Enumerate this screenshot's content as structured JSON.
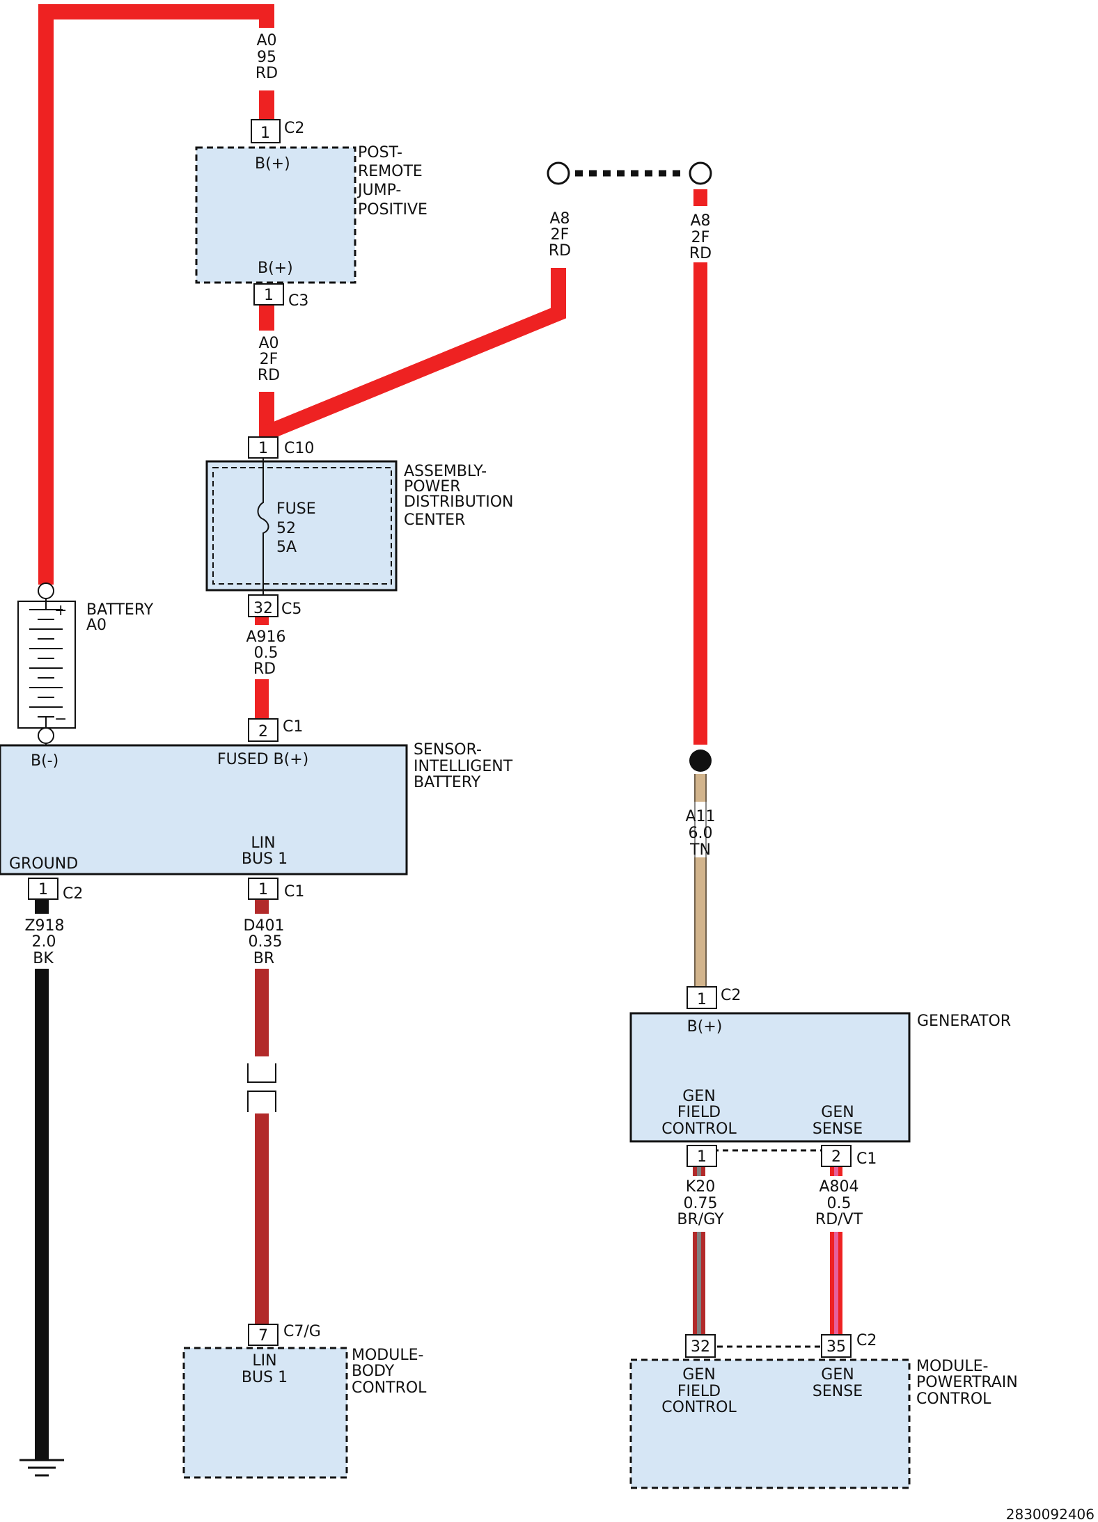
{
  "colors": {
    "red": "#ee2222",
    "black": "#111111",
    "brown": "#b22a2a",
    "tan": "#d2b48c",
    "gray": "#808080",
    "violet": "#e6609a",
    "component_fill": "#d6e6f5"
  },
  "components": {
    "post_remote_jump": {
      "name_lines": [
        "POST-",
        "REMOTE",
        "JUMP-",
        "POSITIVE"
      ],
      "top_label": "B(+)",
      "bottom_label": "B(+)"
    },
    "pdc": {
      "name_lines": [
        "ASSEMBLY-",
        "POWER",
        "DISTRIBUTION",
        "CENTER"
      ],
      "fuse_lines": [
        "FUSE",
        "52",
        "5A"
      ]
    },
    "battery": {
      "name_lines": [
        "BATTERY",
        "A0"
      ],
      "plus": "+",
      "minus": "−"
    },
    "ibs": {
      "name_lines": [
        "SENSOR-",
        "INTELLIGENT",
        "BATTERY"
      ],
      "pin_b_minus": "B(-)",
      "pin_fused": "FUSED B(+)",
      "pin_ground": "GROUND",
      "pin_lin": [
        "LIN",
        "BUS 1"
      ]
    },
    "bcm": {
      "name_lines": [
        "MODULE-",
        "BODY",
        "CONTROL"
      ],
      "pin_lin": [
        "LIN",
        "BUS 1"
      ]
    },
    "generator": {
      "name": "GENERATOR",
      "pin_b": "B(+)",
      "pin_field": [
        "GEN",
        "FIELD",
        "CONTROL"
      ],
      "pin_sense": [
        "GEN",
        "SENSE"
      ]
    },
    "pcm": {
      "name_lines": [
        "MODULE-",
        "POWERTRAIN",
        "CONTROL"
      ],
      "pin_field": [
        "GEN",
        "FIELD",
        "CONTROL"
      ],
      "pin_sense": [
        "GEN",
        "SENSE"
      ]
    }
  },
  "wires": {
    "a0_95": [
      "A0",
      "95",
      "RD"
    ],
    "a0_2f": [
      "A0",
      "2F",
      "RD"
    ],
    "a8_left": [
      "A8",
      "2F",
      "RD"
    ],
    "a8_right": [
      "A8",
      "2F",
      "RD"
    ],
    "a916": [
      "A916",
      "0.5",
      "RD"
    ],
    "z918": [
      "Z918",
      "2.0",
      "BK"
    ],
    "d401": [
      "D401",
      "0.35",
      "BR"
    ],
    "a11": [
      "A11",
      "6.0",
      "TN"
    ],
    "k20": [
      "K20",
      "0.75",
      "BR/GY"
    ],
    "a804": [
      "A804",
      "0.5",
      "RD/VT"
    ]
  },
  "connectors": {
    "prj_top": {
      "pin": "1",
      "name": "C2"
    },
    "prj_bottom": {
      "pin": "1",
      "name": "C3"
    },
    "pdc_top": {
      "pin": "1",
      "name": "C10"
    },
    "pdc_bottom": {
      "pin": "32",
      "name": "C5"
    },
    "ibs_fused": {
      "pin": "2",
      "name": "C1"
    },
    "ibs_ground": {
      "pin": "1",
      "name": "C2"
    },
    "ibs_lin": {
      "pin": "1",
      "name": "C1"
    },
    "bcm_lin": {
      "pin": "7",
      "name": "C7/G"
    },
    "gen_b": {
      "pin": "1",
      "name": "C2"
    },
    "gen_field": {
      "pin": "1",
      "name": ""
    },
    "gen_sense": {
      "pin": "2",
      "name": "C1"
    },
    "pcm_field": {
      "pin": "32",
      "name": ""
    },
    "pcm_sense": {
      "pin": "35",
      "name": "C2"
    }
  },
  "diagram_id": "2830092406"
}
